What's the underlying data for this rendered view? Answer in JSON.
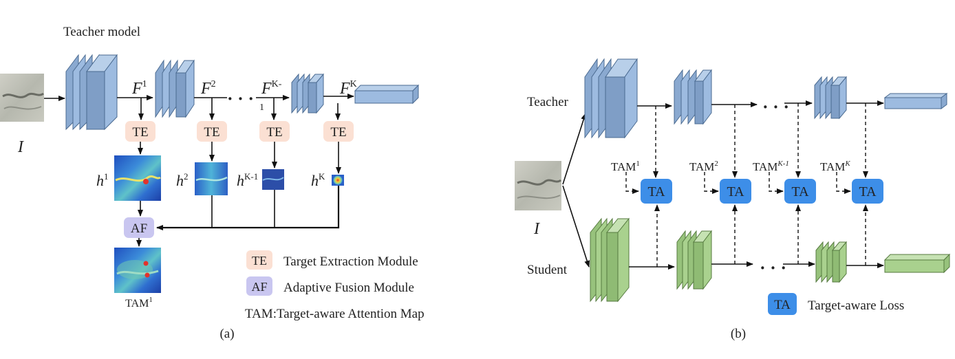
{
  "panel_a": {
    "title": "Teacher model",
    "input_label": "I",
    "features": [
      {
        "base": "F",
        "sup": "1"
      },
      {
        "base": "F",
        "sup": "2"
      },
      {
        "base": "F",
        "sup": "K-"
      },
      {
        "base": "F",
        "sup": "K"
      }
    ],
    "feature3_sub": "1",
    "ellipsis": "· · ·",
    "te_label": "TE",
    "heatmaps": [
      {
        "base": "h",
        "sup": "1"
      },
      {
        "base": "h",
        "sup": "2"
      },
      {
        "base": "h",
        "sup": "K-1"
      },
      {
        "base": "h",
        "sup": "K"
      }
    ],
    "af_label": "AF",
    "output_label": "TAM",
    "output_sup": "1",
    "legend": {
      "te_key": "TE",
      "te_text": "Target Extraction Module",
      "af_key": "AF",
      "af_text": "Adaptive Fusion Module",
      "tam_text": "TAM:Target-aware Attention Map"
    },
    "caption": "(a)"
  },
  "panel_b": {
    "teacher_label": "Teacher",
    "student_label": "Student",
    "input_label": "I",
    "ellipsis": "· · ·",
    "tam_labels": [
      {
        "base": "TAM",
        "sup": "1"
      },
      {
        "base": "TAM",
        "sup": "2"
      },
      {
        "base": "TAM",
        "sup": "K-1"
      },
      {
        "base": "TAM",
        "sup": "K"
      }
    ],
    "ta_label": "TA",
    "legend": {
      "ta_key": "TA",
      "ta_text": "Target-aware Loss"
    },
    "caption": "(b)"
  },
  "colors": {
    "teacher_block": "#9dbbe0",
    "teacher_block_stroke": "#4a6a90",
    "student_block": "#a9d18e",
    "student_block_stroke": "#557a3f",
    "te_fill": "#fbe0d3",
    "af_fill": "#c9c6f0",
    "ta_fill": "#3d8ee8",
    "heatmap_main": "#2f5fb8",
    "heatmap_hot": "#e8d23a"
  }
}
